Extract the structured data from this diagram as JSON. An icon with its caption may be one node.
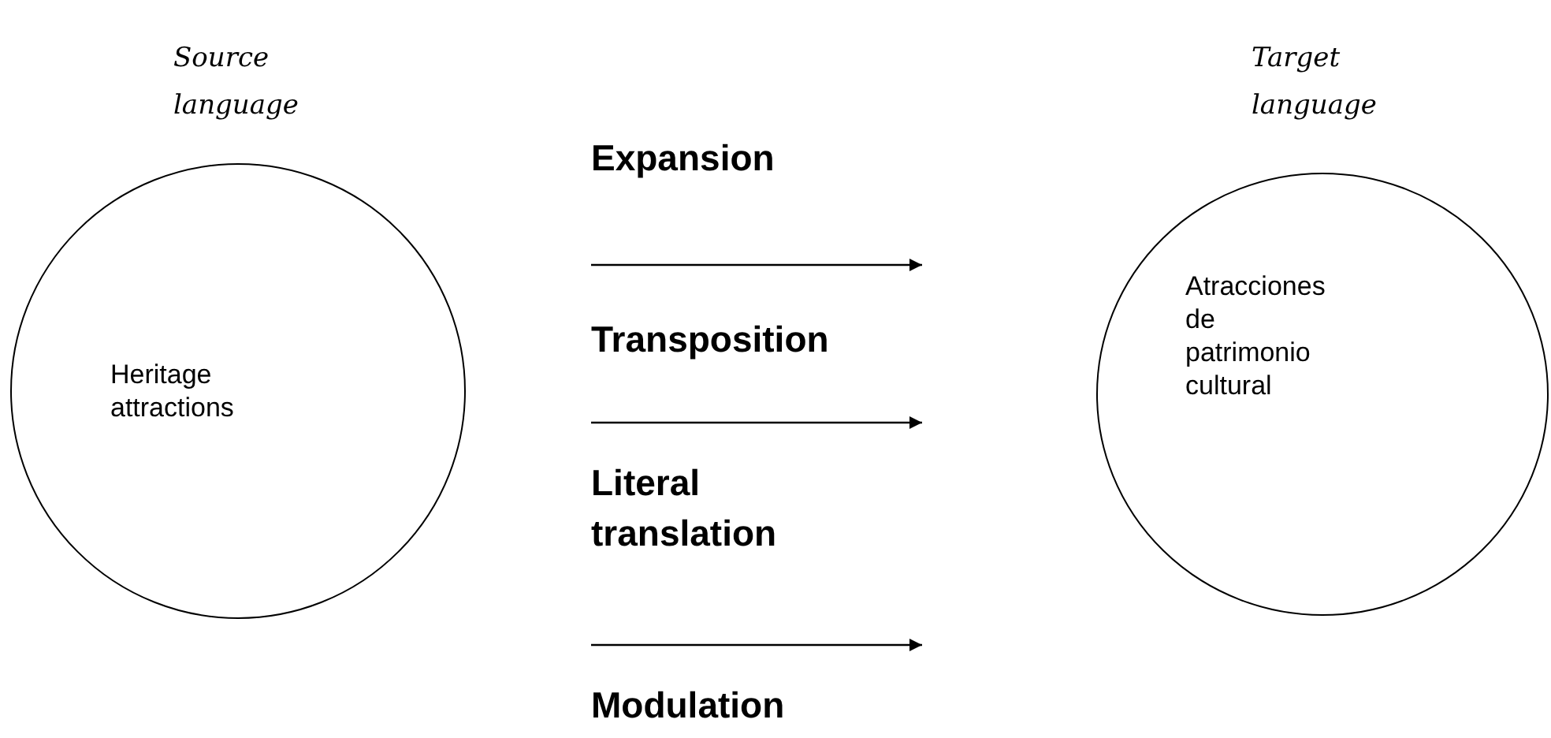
{
  "diagram": {
    "nodes": [
      {
        "text": [
          "Source language",
          "Heritage attractions"
        ]
      },
      {
        "text": [
          "Target language",
          "Atracciones de patrimonio cultural"
        ]
      }
    ],
    "labels": [
      "Expansion",
      "Transposition",
      "Literal translation",
      "Modulation"
    ]
  }
}
